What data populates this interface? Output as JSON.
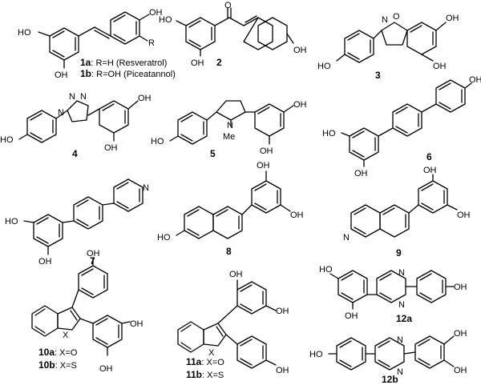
{
  "figure": {
    "compounds": [
      {
        "id": "1a",
        "desc": ": R=H (Resveratrol)"
      },
      {
        "id": "1b",
        "desc": ": R=OH (Piceatannol)"
      },
      {
        "id": "2"
      },
      {
        "id": "3"
      },
      {
        "id": "4"
      },
      {
        "id": "5"
      },
      {
        "id": "6"
      },
      {
        "id": "7"
      },
      {
        "id": "8"
      },
      {
        "id": "9"
      },
      {
        "id": "10a",
        "desc": ": X=O"
      },
      {
        "id": "10b",
        "desc": ": X=S"
      },
      {
        "id": "11a",
        "desc": ": X=O"
      },
      {
        "id": "11b",
        "desc": ": X=S"
      },
      {
        "id": "12a"
      },
      {
        "id": "12b"
      }
    ],
    "atoms": {
      "oh": "OH",
      "ho": "HO",
      "o": "O",
      "n": "N",
      "r": "R",
      "x": "X",
      "me": "Me",
      "nn": "N",
      "isoxazole_n": "N",
      "isoxazole_o": "O"
    }
  }
}
